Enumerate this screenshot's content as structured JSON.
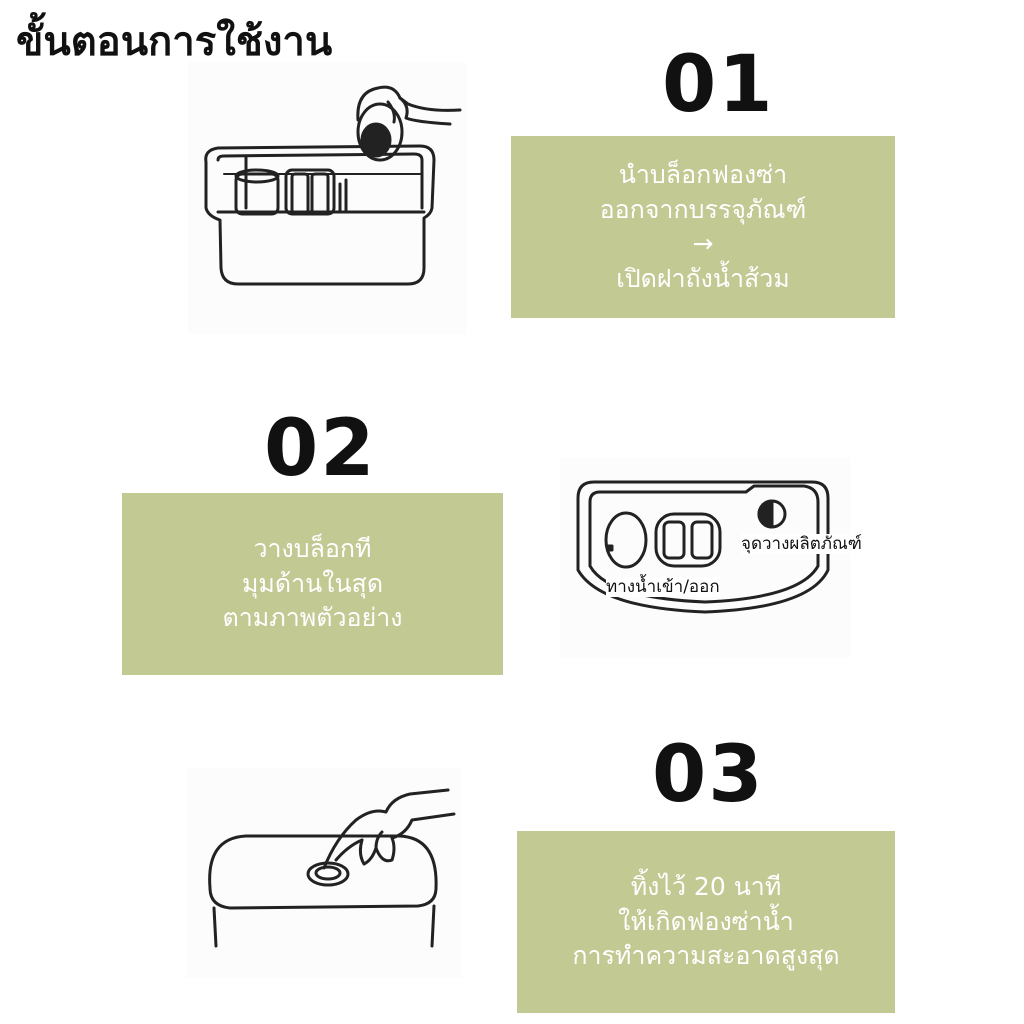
{
  "title": "ขั้นตอนการใช้งาน",
  "steps": [
    {
      "number": "01",
      "lines": [
        "นำบล็อกฟองซ่า",
        "ออกจากบรรจุภัณฑ์",
        "→",
        "เปิดฝาถังน้ำส้วม"
      ]
    },
    {
      "number": "02",
      "lines": [
        "วางบล็อกที",
        "มุมด้านในสุด",
        "ตามภาพตัวอย่าง"
      ],
      "callouts": {
        "product_spot": "จุดวางผลิตภัณฑ์",
        "water_passage": "ทางน้ำเข้า/ออก"
      }
    },
    {
      "number": "03",
      "lines": [
        "ทิ้งไว้ 20 นาที",
        "ให้เกิดฟองซ่าน้ำ",
        "การทำความสะอาดสูงสุด"
      ]
    }
  ],
  "colors": {
    "box_bg": "#c2c992",
    "box_text": "#ffffff",
    "line_art": "#222222"
  }
}
